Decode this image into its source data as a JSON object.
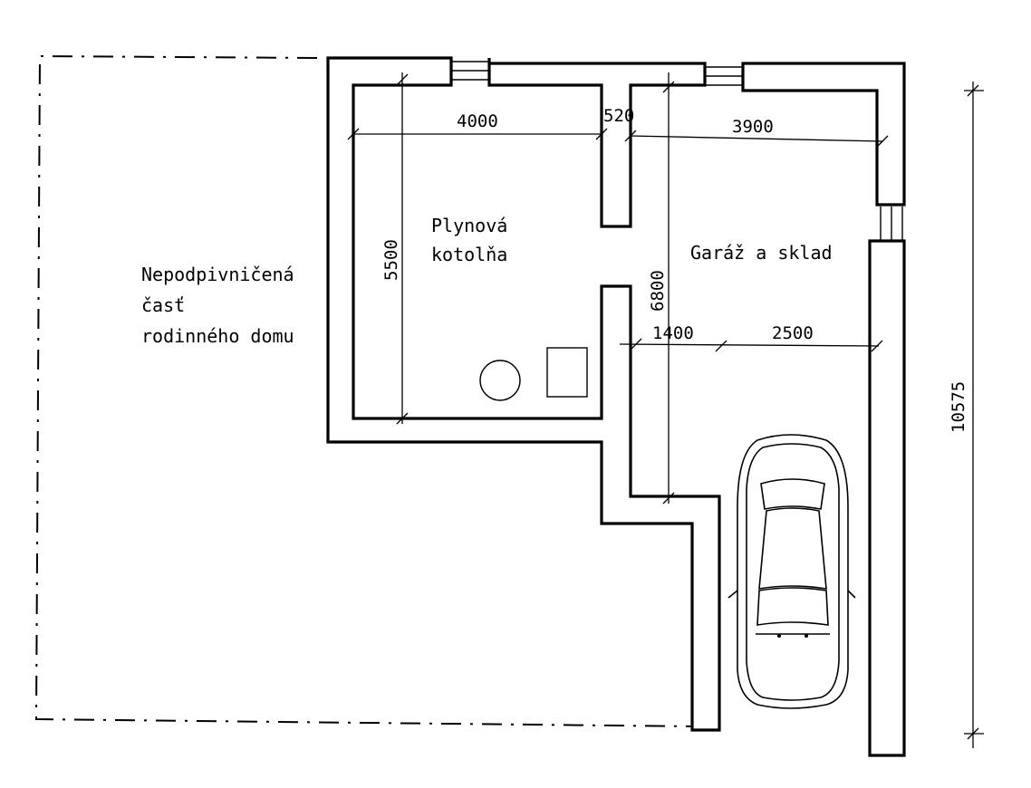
{
  "rooms": {
    "boiler_line1": "Plynová",
    "boiler_line2": "kotolňa",
    "garage": "Garáž a sklad",
    "unbasement_line1": "Nepodpivničená",
    "unbasement_line2": "časť",
    "unbasement_line3": "rodinného domu"
  },
  "dimensions": {
    "boiler_width": "4000",
    "wall_gap": "520",
    "garage_width": "3900",
    "boiler_depth": "5500",
    "garage_depth": "6800",
    "passage_width": "1400",
    "garage_inner_width": "2500",
    "total_length": "10575"
  },
  "icons": [
    "boiler-icon",
    "appliance-icon",
    "car-icon",
    "door-icon",
    "window-icon"
  ]
}
